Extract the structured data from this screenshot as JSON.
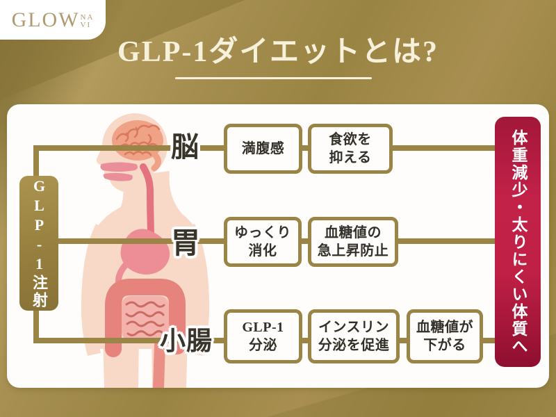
{
  "brand": {
    "logo_main": "GLOW",
    "logo_sub_top": "NA",
    "logo_sub_bottom": "VI"
  },
  "header": {
    "title": "GLP-1ダイエットとは?"
  },
  "diagram": {
    "source_label": "GLP-1注射",
    "outcome_label": "体重減少・太りにくい体質へ",
    "rows": [
      {
        "organ": "脳",
        "boxes": [
          {
            "lines": [
              "満腹感",
              ""
            ]
          },
          {
            "lines": [
              "食欲を",
              "抑える"
            ]
          }
        ]
      },
      {
        "organ": "胃",
        "boxes": [
          {
            "lines": [
              "ゆっくり",
              "消化"
            ]
          },
          {
            "lines": [
              "血糖値の",
              "急上昇防止"
            ]
          }
        ]
      },
      {
        "organ": "小腸",
        "boxes": [
          {
            "lines": [
              "GLP-1",
              "分泌"
            ]
          },
          {
            "lines": [
              "インスリン",
              "分泌を促進"
            ]
          },
          {
            "lines": [
              "血糖値が",
              "下がる"
            ]
          }
        ]
      }
    ]
  },
  "colors": {
    "background_gold": "#a28b4e",
    "line_gold": "#9a8546",
    "badge_gold": "#977f3f",
    "banner_crimson": "#c02147",
    "banner_crimson_dark": "#8f0f30",
    "card_white": "#fffdfb",
    "title_cream": "#f7f1dc",
    "text_dark": "#33302a",
    "skin_pink": "#f8d9c8",
    "organ_salmon": "#ed8d95",
    "brain_salmon": "#f0a287"
  }
}
